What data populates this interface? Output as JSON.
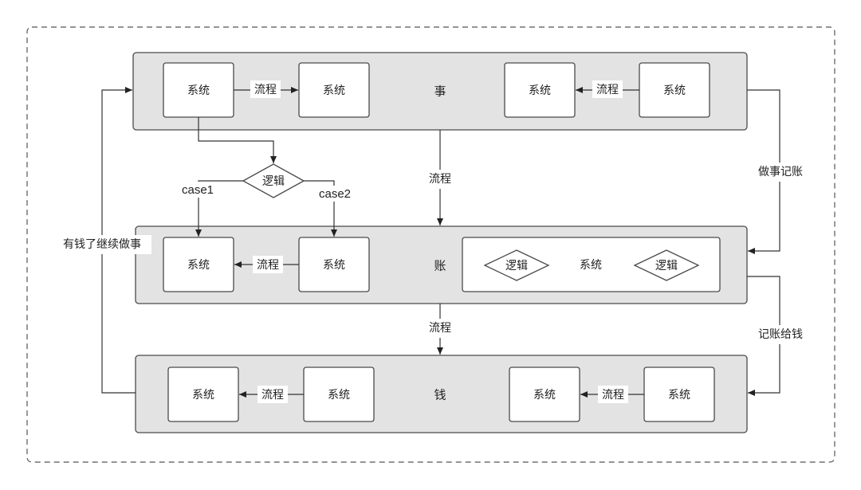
{
  "layers": {
    "shi": "事",
    "zhang": "账",
    "qian": "钱"
  },
  "nodes": {
    "system": "系统",
    "logic": "逻辑"
  },
  "edges": {
    "flow": "流程",
    "case1": "case1",
    "case2": "case2",
    "work_record": "做事记账",
    "record_pay": "记账给钱",
    "money_continue": "有钱了继续做事"
  }
}
